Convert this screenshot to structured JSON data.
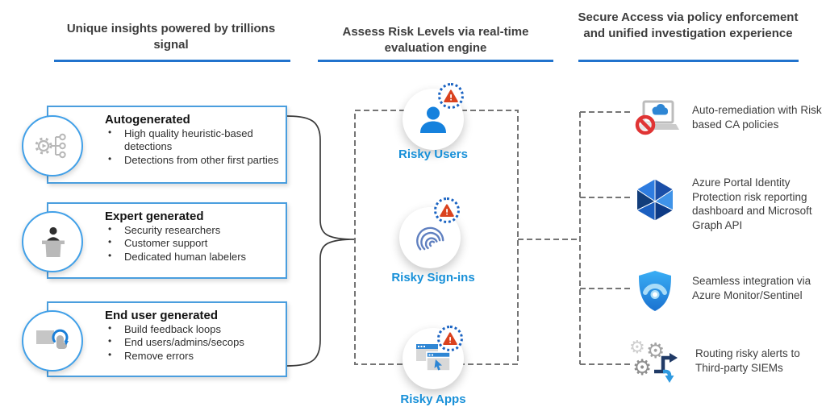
{
  "headers": [
    {
      "title": "Unique insights powered by trillions signal"
    },
    {
      "title": "Assess Risk Levels via real-time evaluation engine"
    },
    {
      "title": "Secure Access via policy enforcement and unified investigation experience"
    }
  ],
  "insights": [
    {
      "title": "Autogenerated",
      "icon": "automation-gear-flow-icon",
      "bullets": [
        "High quality heuristic-based detections",
        "Detections from other first parties"
      ]
    },
    {
      "title": "Expert generated",
      "icon": "person-podium-icon",
      "bullets": [
        "Security researchers",
        "Customer support",
        "Dedicated human labelers"
      ]
    },
    {
      "title": "End user generated",
      "icon": "touch-feedback-icon",
      "bullets": [
        "Build feedback loops",
        "End users/admins/secops",
        "Remove errors"
      ]
    }
  ],
  "risks": [
    {
      "label": "Risky Users",
      "icon": "user-icon"
    },
    {
      "label": "Risky Sign-ins",
      "icon": "fingerprint-icon"
    },
    {
      "label": "Risky Apps",
      "icon": "app-windows-icon"
    }
  ],
  "outcomes": [
    {
      "text": "Auto-remediation with Risk based CA policies",
      "icon": "laptop-blocked-icon"
    },
    {
      "text": "Azure Portal Identity Protection risk reporting dashboard and Microsoft Graph API",
      "icon": "identity-protection-polyhedron-icon"
    },
    {
      "text": "Seamless integration via Azure Monitor/Sentinel",
      "icon": "shield-monitor-icon"
    },
    {
      "text": "Routing risky alerts to Third-party SIEMs",
      "icon": "gears-routing-icon"
    }
  ],
  "colors": {
    "accent_blue": "#2173cd",
    "label_blue": "#1890d8",
    "box_border_blue": "#4a9ede",
    "icon_blue": "#1581dd",
    "warning_red": "#da421e",
    "dashed_gray": "#757575",
    "text_dark": "#3d3d3d"
  }
}
